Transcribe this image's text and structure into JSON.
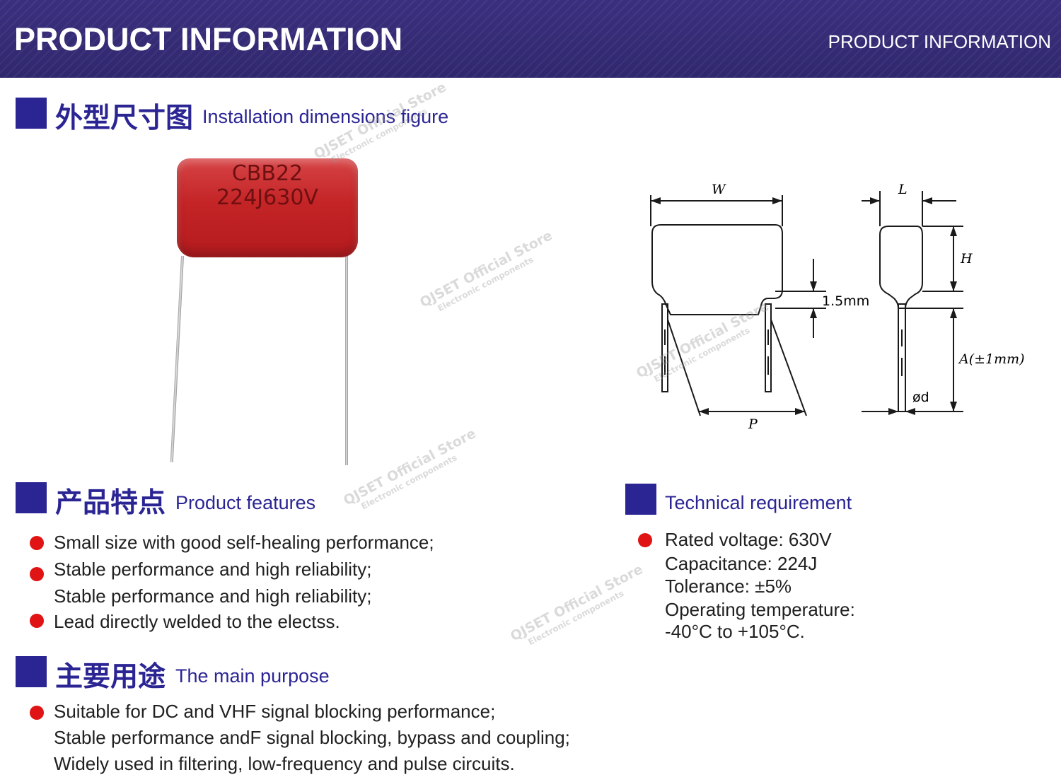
{
  "header": {
    "title": "PRODUCT INFORMATION",
    "subtitle": "PRODUCT INFORMATION",
    "colors": {
      "banner": "#30286e",
      "accent": "#2b2594",
      "bullet": "#e01414"
    }
  },
  "installation": {
    "title_zh": "外型尺寸图",
    "title_en": "Installation dimensions figure",
    "capacitor_marking": {
      "line1": "CBB22",
      "line2": "224J630V"
    },
    "diagram_labels": {
      "w": "W",
      "l": "L",
      "h": "H",
      "gap": "1.5mm",
      "a": "A(±1mm)",
      "d": "ød",
      "p": "P"
    }
  },
  "features": {
    "title_zh": "产品特点",
    "title_en": "Product features",
    "lines": [
      "Small size with good self-healing performance;",
      "Stable performance and high reliability;",
      "Stable performance and high reliability;",
      "Lead directly welded to the electss."
    ]
  },
  "technical": {
    "title": "Technical requirement",
    "lines": [
      "Rated voltage: 630V",
      "Capacitance: 224J",
      "Tolerance: ±5%",
      "Operating temperature:",
      "-40°C to +105°C."
    ]
  },
  "purpose": {
    "title_zh": "主要用途",
    "title_en": "The main purpose",
    "lines": [
      "Suitable for DC and VHF signal blocking performance;",
      "Stable performance andF signal blocking, bypass and coupling;",
      "Widely used in filtering, low-frequency and pulse circuits."
    ]
  },
  "watermark": {
    "line1": "QJSET Official Store",
    "line2": "Electronic components"
  }
}
